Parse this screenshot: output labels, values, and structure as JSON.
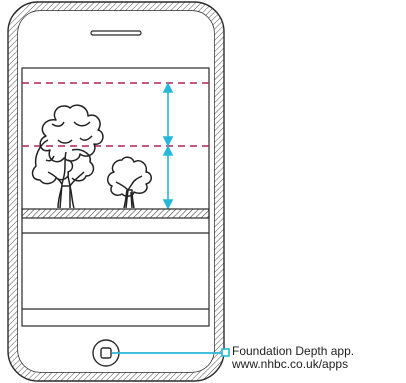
{
  "callout": {
    "line1": "Foundation Depth app.",
    "line2": "www.nhbc.co.uk/apps"
  },
  "colors": {
    "outline": "#2a2a2a",
    "hatch": "#555555",
    "guide_dashed": "#b0245a",
    "measure_arrow": "#27b8d8",
    "callout_line": "#27b8d8"
  },
  "icons": [
    "phone-outline",
    "earpiece-slot",
    "large-tree-icon",
    "small-tree-icon",
    "home-button-icon"
  ]
}
